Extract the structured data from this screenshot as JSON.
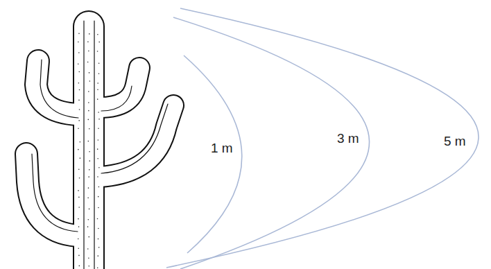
{
  "diagram": {
    "labels": [
      "1 m",
      "3 m",
      "5 m"
    ]
  }
}
